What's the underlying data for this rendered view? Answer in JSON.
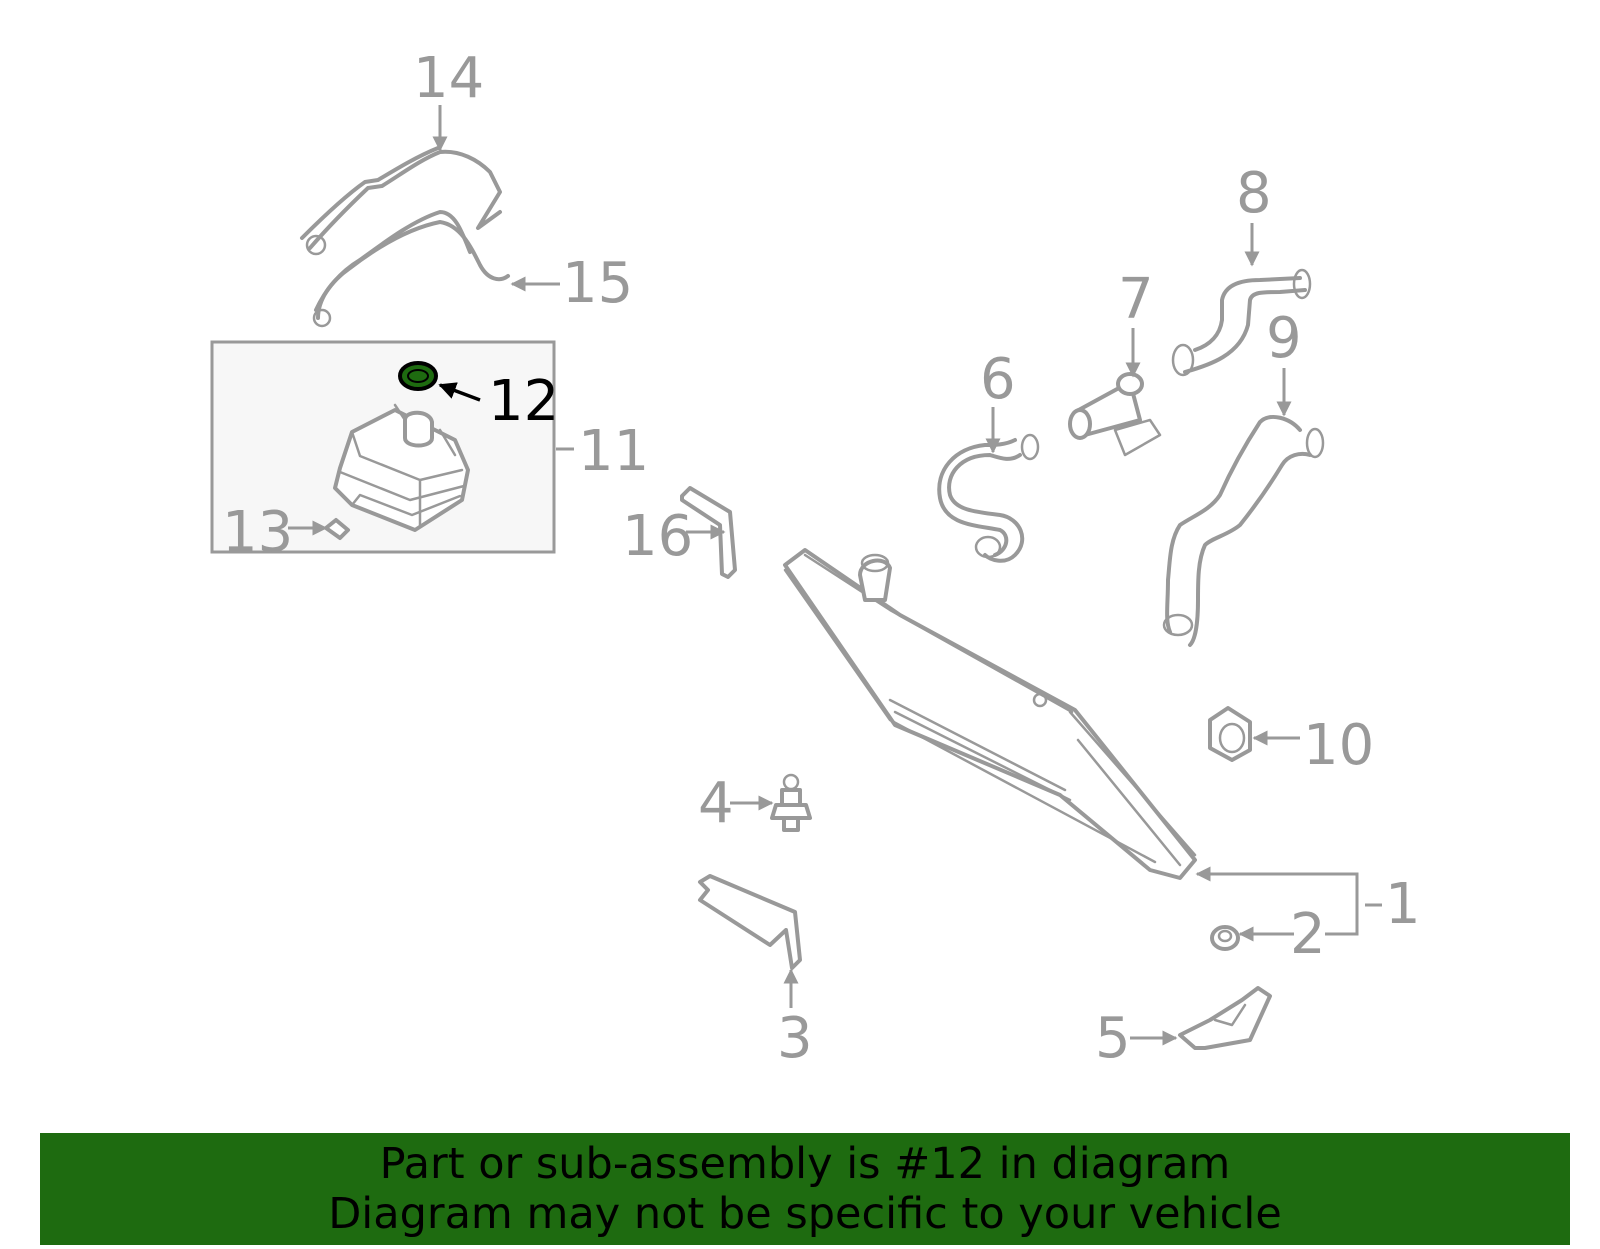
{
  "highlight_color": "#1e6b10",
  "callouts": {
    "c1": "1",
    "c2": "2",
    "c3": "3",
    "c4": "4",
    "c5": "5",
    "c6": "6",
    "c7": "7",
    "c8": "8",
    "c9": "9",
    "c10": "10",
    "c11": "11",
    "c12": "12",
    "c13": "13",
    "c14": "14",
    "c15": "15",
    "c16": "16"
  },
  "highlighted_part": "12",
  "banner": {
    "line1": "Part or sub-assembly is #12 in diagram",
    "line2": "Diagram may not be specific to your vehicle"
  }
}
